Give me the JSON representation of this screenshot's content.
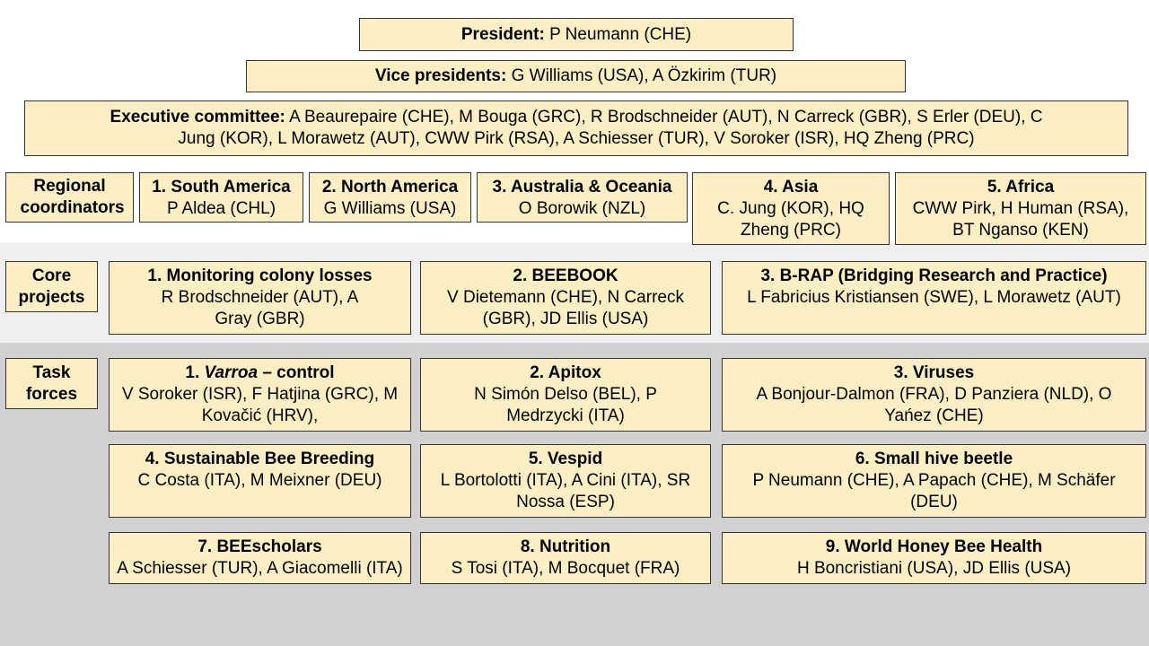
{
  "leadership": {
    "president": {
      "label": "President:",
      "text": "P Neumann (CHE)"
    },
    "vice": {
      "label": "Vice presidents:",
      "text": "G Williams (USA), A Özkirim (TUR)"
    },
    "exec": {
      "label": "Executive committee:",
      "line1": "A Beaurepaire (CHE), M Bouga (GRC), R Brodschneider (AUT), N Carreck (GBR), S Erler (DEU), C",
      "line2": "Jung (KOR), L Morawetz (AUT), CWW Pirk (RSA), A Schiesser (TUR), V Soroker (ISR), HQ Zheng (PRC)"
    }
  },
  "regional": {
    "label": "Regional coordinators",
    "items": [
      {
        "title": "1. South America",
        "people": "P Aldea (CHL)"
      },
      {
        "title": "2. North America",
        "people": "G Williams (USA)"
      },
      {
        "title": "3. Australia & Oceania",
        "people": "O Borowik (NZL)"
      },
      {
        "title": "4. Asia",
        "people": "C. Jung (KOR), HQ Zheng (PRC)"
      },
      {
        "title": "5. Africa",
        "people": "CWW Pirk, H Human (RSA), BT Nganso (KEN)"
      }
    ]
  },
  "core": {
    "label": "Core projects",
    "items": [
      {
        "title": "1. Monitoring colony losses",
        "people": "R Brodschneider (AUT), A Gray (GBR)"
      },
      {
        "title": "2. BEEBOOK",
        "people": "V Dietemann (CHE), N Carreck (GBR), JD Ellis (USA)"
      },
      {
        "title": "3. B-RAP (Bridging Research and Practice)",
        "people": "L Fabricius Kristiansen (SWE), L Morawetz (AUT)"
      }
    ]
  },
  "task": {
    "label": "Task forces",
    "items": [
      {
        "title_italic": "Varroa",
        "title_prefix": "1. ",
        "title_suffix": " – control",
        "people": "V Soroker (ISR), F Hatjina (GRC), M Kovačić (HRV),"
      },
      {
        "title": "2. Apitox",
        "people": "N Simón Delso (BEL), P Medrzycki (ITA)"
      },
      {
        "title": "3. Viruses",
        "people": "A Bonjour-Dalmon (FRA), D Panziera (NLD), O Yańez (CHE)"
      },
      {
        "title": "4. Sustainable Bee Breeding",
        "people": "C Costa (ITA), M Meixner (DEU)"
      },
      {
        "title": "5. Vespid",
        "people": "L Bortolotti (ITA), A Cini (ITA), SR Nossa (ESP)"
      },
      {
        "title": "6. Small hive beetle",
        "people": "P Neumann (CHE), A Papach (CHE), M Schäfer (DEU)"
      },
      {
        "title": "7. BEEscholars",
        "people": "A Schiesser (TUR), A Giacomelli (ITA)"
      },
      {
        "title": "8. Nutrition",
        "people": "S Tosi (ITA), M Bocquet (FRA)"
      },
      {
        "title": "9. World Honey Bee Health",
        "people": "H Boncristiani (USA), JD Ellis (USA)"
      }
    ]
  },
  "colors": {
    "box_fill": "#fdefc4",
    "band_light": "#efefef",
    "band_dark": "#d2d0d2"
  }
}
